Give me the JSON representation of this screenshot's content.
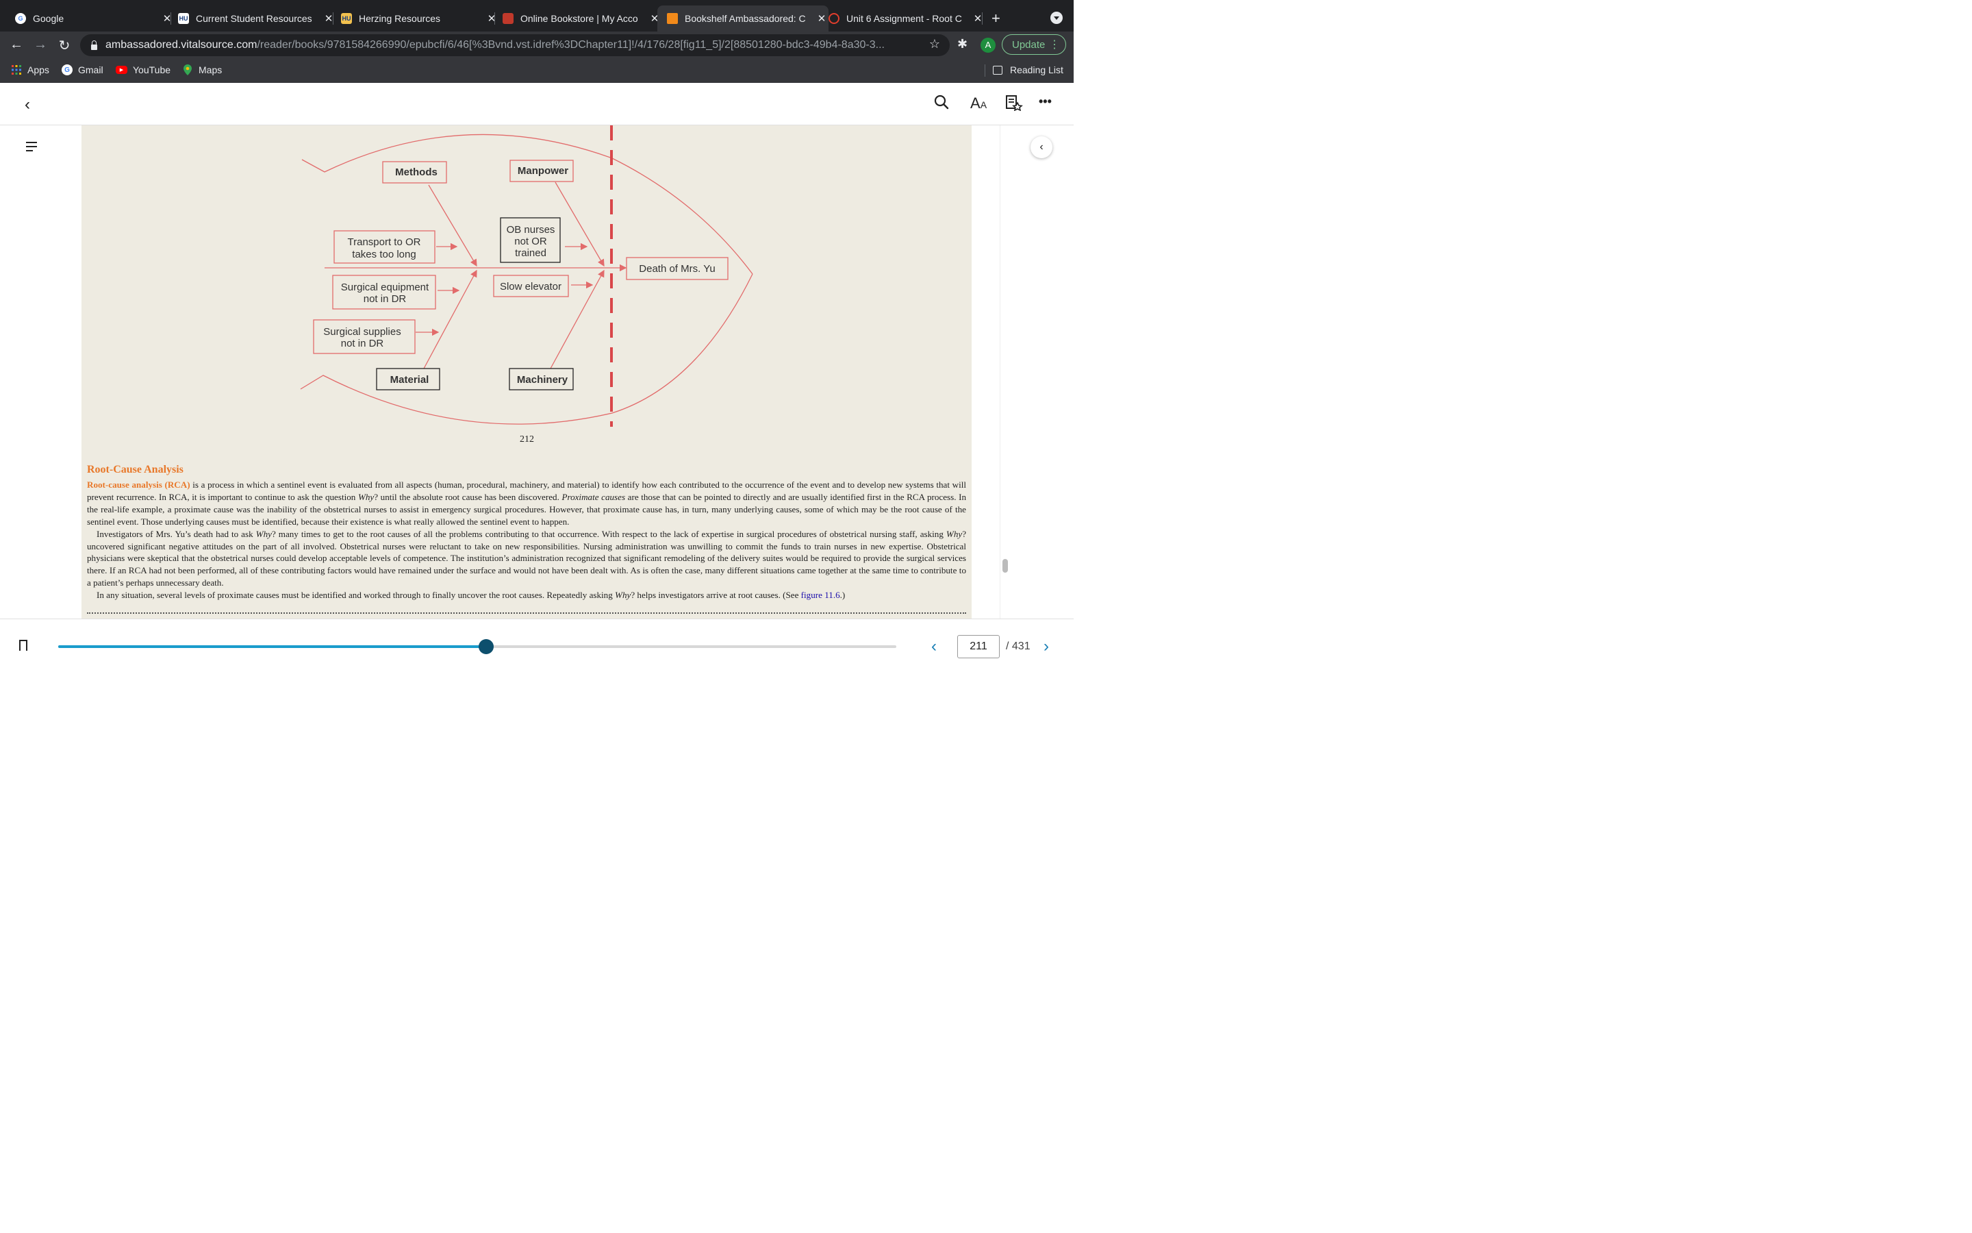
{
  "browser": {
    "tabs": [
      {
        "title": "Google",
        "favicon": "G",
        "active": false
      },
      {
        "title": "Current Student Resources",
        "favicon": "HU",
        "active": false
      },
      {
        "title": "Herzing Resources",
        "favicon": "HU",
        "active": false
      },
      {
        "title": "Online Bookstore | My Acco",
        "favicon": "book",
        "active": false
      },
      {
        "title": "Bookshelf Ambassadored: C",
        "favicon": "bookshelf",
        "active": true
      },
      {
        "title": "Unit 6 Assignment - Root C",
        "favicon": "canvas",
        "active": false
      }
    ],
    "url_host": "ambassadored.vitalsource.com",
    "url_path": "/reader/books/9781584266990/epubcfi/6/46[%3Bvnd.vst.idref%3DChapter11]!/4/176/28[fig11_5]/2[88501280-bdc3-49b4-8a30-3...",
    "avatar_letter": "A",
    "update_label": "Update",
    "bookmarks": [
      {
        "label": "Apps"
      },
      {
        "label": "Gmail"
      },
      {
        "label": "YouTube"
      },
      {
        "label": "Maps"
      }
    ],
    "reading_list_label": "Reading List"
  },
  "figure": {
    "categories": [
      "Methods",
      "Manpower",
      "Material",
      "Machinery"
    ],
    "causes": [
      {
        "line1": "Transport to OR",
        "line2": "takes too long"
      },
      {
        "line1": "Surgical equipment",
        "line2": "not in DR"
      },
      {
        "line1": "Surgical supplies",
        "line2": "not in DR"
      },
      {
        "line1": "OB nurses",
        "line2": "not OR",
        "line3": "trained"
      },
      {
        "line1": "Slow elevator"
      }
    ],
    "effect": "Death of Mrs. Yu",
    "accent_color": "#e26b6b",
    "dash_color": "#d9474a"
  },
  "page": {
    "page_number": "212",
    "heading": "Root-Cause Analysis",
    "p1_term": "Root-cause analysis (RCA)",
    "p1_a": " is a process in which a sentinel event is evaluated from all aspects (human, procedural, machinery, and material) to identify how each contributed to the occurrence of the event and to develop new systems that will prevent recurrence. In RCA, it is important to continue to ask the question ",
    "p1_why": "Why",
    "p1_b": "? until the absolute root cause has been discovered. ",
    "p1_prox": "Proximate causes",
    "p1_c": " are those that can be pointed to directly and are usually identified first in the RCA process. In the real-life example, a proximate cause was the inability of the obstetrical nurses to assist in emergency surgical procedures. However, that proximate cause has, in turn, many underlying causes, some of which may be the root cause of the sentinel event. Those underlying causes must be identified, because their existence is what really allowed the sentinel event to happen.",
    "p2_a": "Investigators of Mrs. Yu’s death had to ask ",
    "p2_why1": "Why",
    "p2_b": "? many times to get to the root causes of all the problems contributing to that occurrence. With respect to the lack of expertise in surgical procedures of obstetrical nursing staff, asking ",
    "p2_why2": "Why",
    "p2_c": "? uncovered significant negative attitudes on the part of all involved. Obstetrical nurses were reluctant to take on new responsibilities. Nursing administration was unwilling to commit the funds to train nurses in new expertise. Obstetrical physicians were skeptical that the obstetrical nurses could develop acceptable levels of competence. The institution’s administration recognized that significant remodeling of the delivery suites would be required to provide the surgical services there. If an RCA had not been performed, all of these contributing factors would have remained under the surface and would not have been dealt with. As is often the case, many different situations came together at the same time to contribute to a patient’s perhaps unnecessary death.",
    "p3_a": "In any situation, several levels of proximate causes must be identified and worked through to finally uncover the root causes. Repeatedly asking ",
    "p3_why": "Why",
    "p3_b": "? helps investigators arrive at root causes. (See ",
    "p3_link": "figure 11.6",
    "p3_c": ".)"
  },
  "reader": {
    "current_page": "211",
    "total_pages": "/ 431",
    "progress": 0.511,
    "accent": "#1a9ccc"
  }
}
